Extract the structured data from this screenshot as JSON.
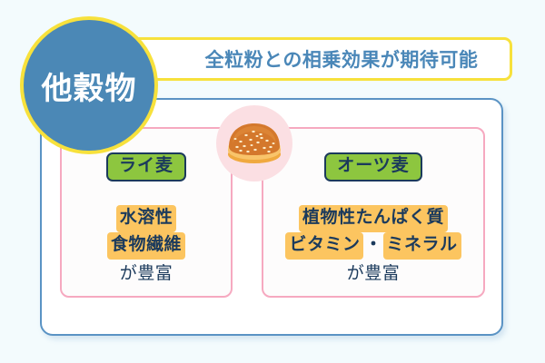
{
  "page": {
    "background_color": "#f3fbfd"
  },
  "circle_badge": {
    "label": "他穀物",
    "fill_color": "#4b88b6",
    "border_color": "#f7e13c",
    "text_color": "#ffffff"
  },
  "header": {
    "text": "全粒粉との相乗効果が期待可能",
    "text_color": "#4a87b8",
    "border_color": "#f7e13c",
    "background_color": "#ffffff"
  },
  "outer_panel": {
    "border_color": "#5a93c4",
    "background_color": "#ffffff"
  },
  "illustration": {
    "icon": "sesame-bun-icon",
    "circle_color": "#fbdfe3",
    "bun_top_color": "#d9782a",
    "bun_base_color": "#f5b85e",
    "seed_color": "#fbe9c8"
  },
  "columns": [
    {
      "id": "rye",
      "badge": "ライ麦",
      "badge_color": "#8dc63f",
      "badge_text_color": "#1b3a5c",
      "border_color": "#f6a9c0",
      "fact_lines": [
        {
          "highlights": [
            "水溶性"
          ]
        },
        {
          "highlights": [
            "食物繊維"
          ]
        }
      ],
      "suffix": "が豊富"
    },
    {
      "id": "oats",
      "badge": "オーツ麦",
      "badge_color": "#8dc63f",
      "badge_text_color": "#1b3a5c",
      "border_color": "#f6a9c0",
      "fact_lines": [
        {
          "highlights": [
            "植物性たんぱく質"
          ]
        },
        {
          "highlights": [
            "ビタミン",
            "ミネラル"
          ],
          "separator": "・"
        }
      ],
      "suffix": "が豊富"
    }
  ],
  "colors": {
    "highlight": "#fcc560",
    "text_dark": "#1b3a5c",
    "accent_blue": "#4b88b6",
    "accent_yellow": "#f7e13c",
    "accent_pink": "#f6a9c0",
    "accent_green": "#8dc63f"
  }
}
